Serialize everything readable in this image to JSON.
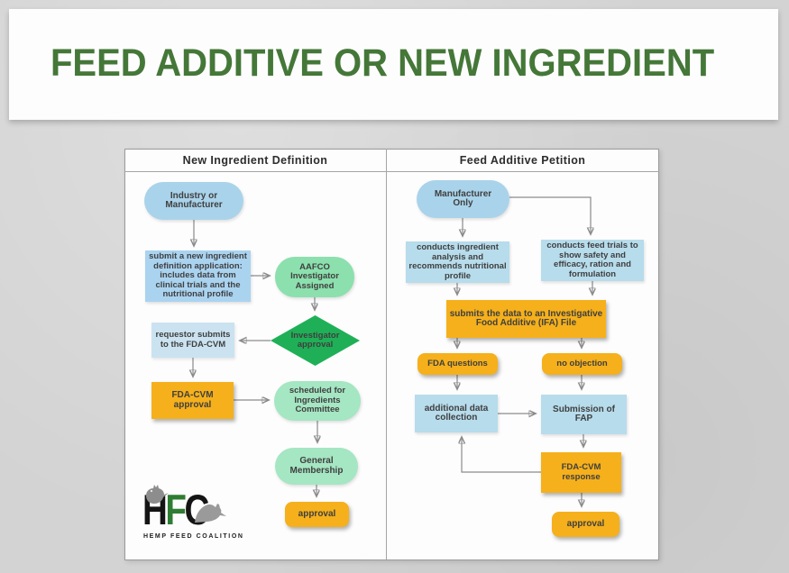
{
  "title": "FEED ADDITIVE OR NEW INGREDIENT",
  "columns": {
    "left": {
      "header": "New Ingredient Definition",
      "nodes": {
        "industry": "Industry or\nManufacturer",
        "submit_app": "submit a new ingredient\ndefinition application:\nincludes data from\nclinical trials and the\nnutritional profile",
        "aafco": "AAFCO\nInvestigator\nAssigned",
        "investigator_approval": "Investigator\napproval",
        "requestor": "requestor submits\nto the FDA-CVM",
        "fda_cvm_approval": "FDA-CVM approval",
        "scheduled": "scheduled for\nIngredients\nCommittee",
        "general_membership": "General\nMembership",
        "approval": "approval"
      }
    },
    "right": {
      "header": "Feed Additive Petition",
      "nodes": {
        "manufacturer": "Manufacturer\nOnly",
        "conducts_ingredient": "conducts ingredient\nanalysis and\nrecommends nutritional\nprofile",
        "conducts_feed_trials": "conducts feed trials to\nshow safety and\nefficacy, ration and\nformulation",
        "submits_ifa": "submits the data to an Investigative\nFood Additive (IFA) File",
        "fda_questions": "FDA questions",
        "no_objection": "no objection",
        "additional_data": "additional data\ncollection",
        "submission_fap": "Submission of FAP",
        "fda_cvm_response": "FDA-CVM response",
        "approval": "approval"
      }
    }
  },
  "logo": {
    "letter_h": "H",
    "letter_f": "F",
    "letter_c": "C",
    "caption": "HEMP FEED COALITION"
  },
  "colors": {
    "title_green": "#447738",
    "diamond_green": "#1fb057",
    "pill_green": "#8ce0ae",
    "light_green": "#a5e6c3",
    "node_blue": "#a9d3ea",
    "node_light_blue": "#b7dcec",
    "node_yellow": "#f5b01b",
    "background_gray": "#d3d3d3"
  }
}
